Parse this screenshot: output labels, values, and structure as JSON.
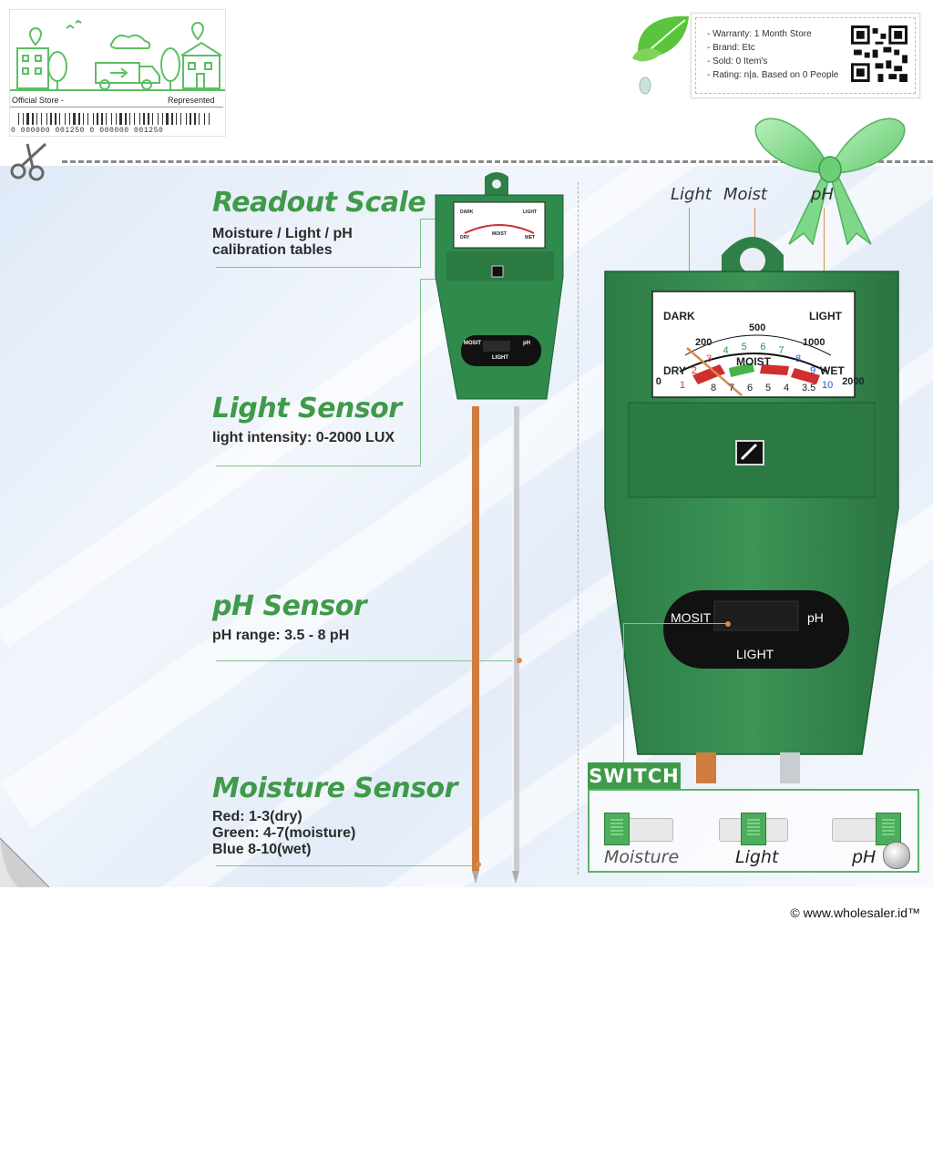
{
  "store": {
    "official_label": "Official Store -",
    "represented_label": "Represented",
    "barcode_number": "0 000000 001250 0 000000 001250"
  },
  "info": {
    "warranty": "- Warranty: 1 Month Store",
    "brand": "- Brand: Etc",
    "sold": "- Sold: 0 Item's",
    "rating": "- Rating: n|a. Based on 0 People"
  },
  "labels": {
    "readout_title": "Readout Scale",
    "readout_desc1": "Moisture / Light / pH",
    "readout_desc2": "calibration tables",
    "light_title": "Light Sensor",
    "light_desc": "light intensity: 0-2000 LUX",
    "ph_title": "pH Sensor",
    "ph_desc": "pH range: 3.5 - 8 pH",
    "moisture_title": "Moisture Sensor",
    "moisture_desc1": "Red: 1-3(dry)",
    "moisture_desc2": "Green: 4-7(moisture)",
    "moisture_desc3": "Blue 8-10(wet)"
  },
  "callouts": {
    "light": "Light",
    "moist": "Moist",
    "ph": "pH"
  },
  "meter": {
    "dark": "DARK",
    "light": "LIGHT",
    "dry": "DRY",
    "wet": "WET",
    "moist": "MOIST",
    "light_ticks": [
      "0",
      "200",
      "500",
      "1000",
      "2000"
    ],
    "moist_ticks": [
      "1",
      "2",
      "3",
      "4",
      "5",
      "6",
      "7",
      "8",
      "9",
      "10"
    ],
    "ph_ticks": [
      "8",
      "7",
      "6",
      "5",
      "4",
      "3.5"
    ],
    "switch_mosit": "MOSIT",
    "switch_ph": "pH",
    "switch_light": "LIGHT"
  },
  "switch": {
    "title": "SWITCH",
    "moisture": "Moisture",
    "light": "Light",
    "ph": "pH"
  },
  "footer": {
    "copyright": "© www.wholesaler.id™"
  },
  "colors": {
    "brand_green": "#3f9a4a",
    "device_green": "#2e7a45",
    "accent_orange": "#d98b4a"
  }
}
